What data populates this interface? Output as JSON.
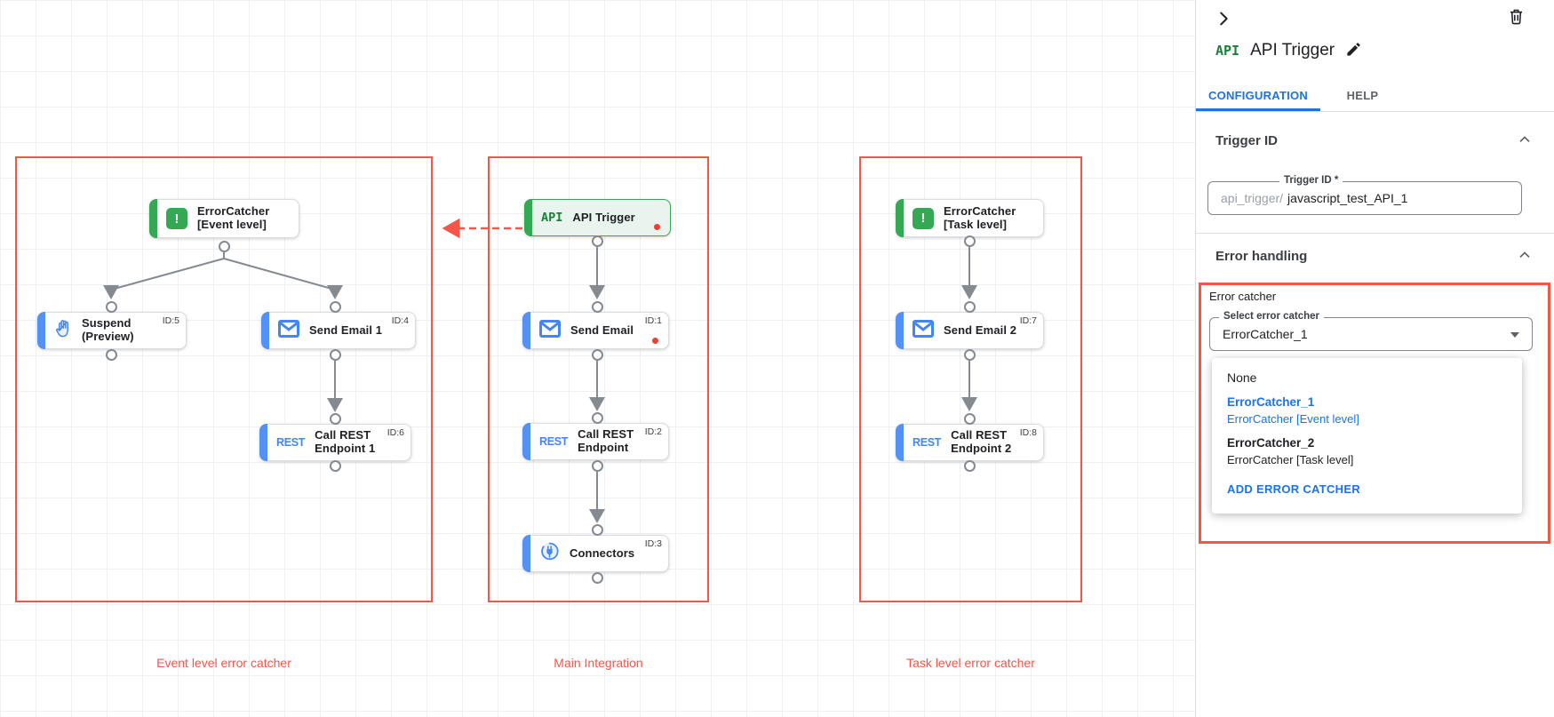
{
  "canvas": {
    "groups": [
      {
        "label": "Event level error catcher"
      },
      {
        "label": "Main Integration"
      },
      {
        "label": "Task level error catcher"
      }
    ],
    "nodes": [
      {
        "line1": "ErrorCatcher",
        "line2": "[Event level]",
        "icon": "error-catcher-icon",
        "icon_text": "!"
      },
      {
        "line1": "Suspend",
        "line2": "(Preview)",
        "id": "ID:5",
        "icon": "hand-icon"
      },
      {
        "line1": "Send Email 1",
        "id": "ID:4",
        "icon": "mail-icon"
      },
      {
        "line1": "Call REST",
        "line2": "Endpoint 1",
        "id": "ID:6",
        "icon": "rest-icon",
        "icon_text": "REST"
      },
      {
        "line1": "API Trigger",
        "icon": "api-icon",
        "icon_text": "API"
      },
      {
        "line1": "Send Email",
        "id": "ID:1",
        "icon": "mail-icon"
      },
      {
        "line1": "Call REST",
        "line2": "Endpoint",
        "id": "ID:2",
        "icon": "rest-icon",
        "icon_text": "REST"
      },
      {
        "line1": "Connectors",
        "id": "ID:3",
        "icon": "connector-icon"
      },
      {
        "line1": "ErrorCatcher",
        "line2": "[Task level]",
        "icon": "error-catcher-icon",
        "icon_text": "!"
      },
      {
        "line1": "Send Email 2",
        "id": "ID:7",
        "icon": "mail-icon"
      },
      {
        "line1": "Call REST",
        "line2": "Endpoint 2",
        "id": "ID:8",
        "icon": "rest-icon",
        "icon_text": "REST"
      }
    ]
  },
  "panel": {
    "icon_text": "API",
    "title": "API Trigger",
    "tabs": [
      {
        "label": "CONFIGURATION"
      },
      {
        "label": "HELP"
      }
    ],
    "trigger_id": {
      "heading": "Trigger ID",
      "field_label": "Trigger ID *",
      "prefix": "api_trigger/",
      "value": "javascript_test_API_1"
    },
    "error_handling": {
      "heading": "Error handling",
      "group_label": "Error catcher",
      "select_label": "Select error catcher",
      "select_value": "ErrorCatcher_1",
      "options": [
        {
          "name": "None",
          "desc": ""
        },
        {
          "name": "ErrorCatcher_1",
          "desc": "ErrorCatcher [Event level]"
        },
        {
          "name": "ErrorCatcher_2",
          "desc": "ErrorCatcher [Task level]"
        }
      ],
      "add_button": "ADD ERROR CATCHER"
    }
  },
  "colors": {
    "annotation_red": "#f4564a",
    "accent_blue": "#1a73e8",
    "node_blue_bar": "#5491f5",
    "node_green": "#34a853",
    "api_green_text": "#188038",
    "status_dot_red": "#e94235"
  }
}
